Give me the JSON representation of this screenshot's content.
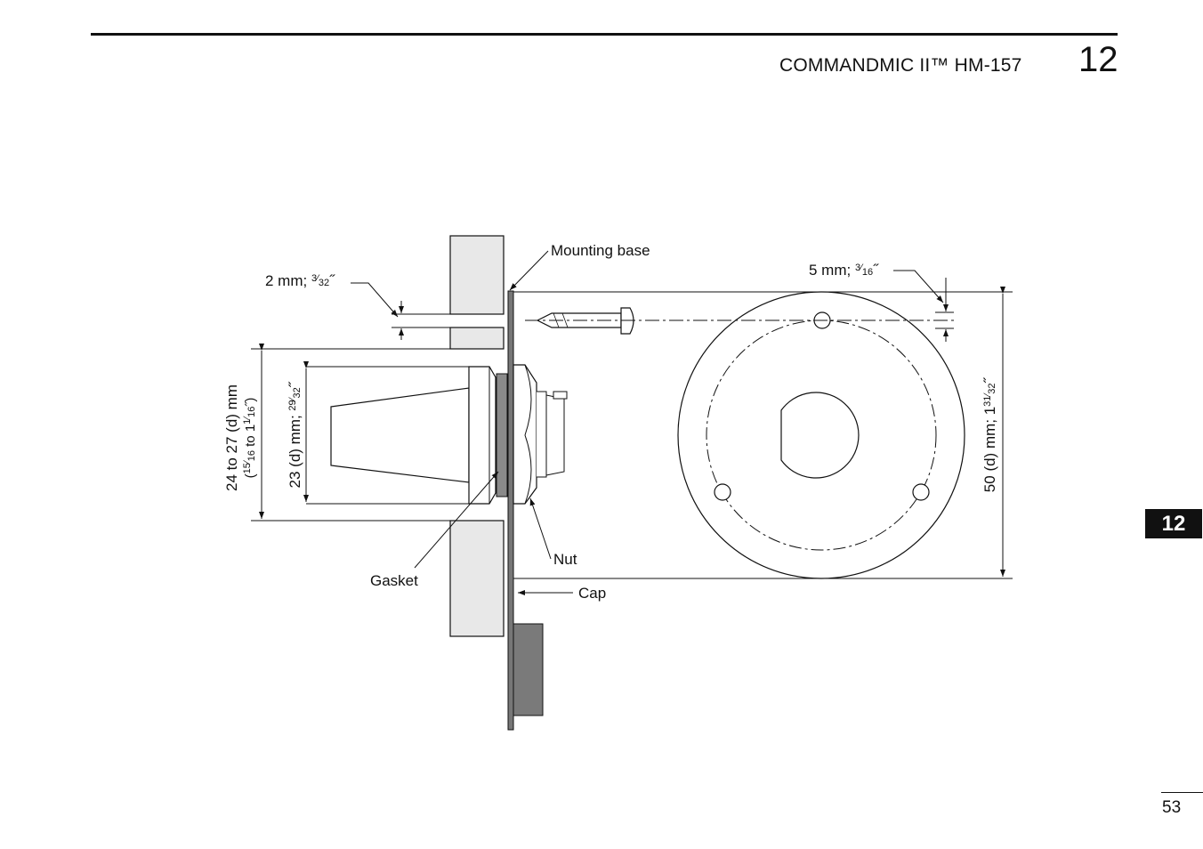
{
  "header": {
    "title": "COMMANDMIC II™ HM-157",
    "chapter": "12"
  },
  "side_tab": {
    "label": "12"
  },
  "footer": {
    "page_number": "53"
  },
  "figure": {
    "labels": {
      "mounting_base": "Mounting base",
      "gasket": "Gasket",
      "nut": "Nut",
      "cap": "Cap"
    },
    "dimensions": {
      "panel_thickness": {
        "main": "2 mm; ",
        "num": "3",
        "den": "32",
        "unit": "˝"
      },
      "hole_size": {
        "main": "5 mm; ",
        "num": "3",
        "den": "16",
        "unit": "˝"
      },
      "panel_hole": {
        "line1": "24 to 27 (d) mm",
        "open": "(",
        "a_num": "15",
        "a_den": "16",
        "mid": " to 1",
        "b_num": "1",
        "b_den": "16",
        "close": "˝)"
      },
      "connector": {
        "main": "23 (d) mm; ",
        "num": "29",
        "den": "32",
        "unit": "˝"
      },
      "base_diameter": {
        "main": "50 (d) mm; 1",
        "num": "31",
        "den": "32",
        "unit": "˝"
      }
    }
  }
}
